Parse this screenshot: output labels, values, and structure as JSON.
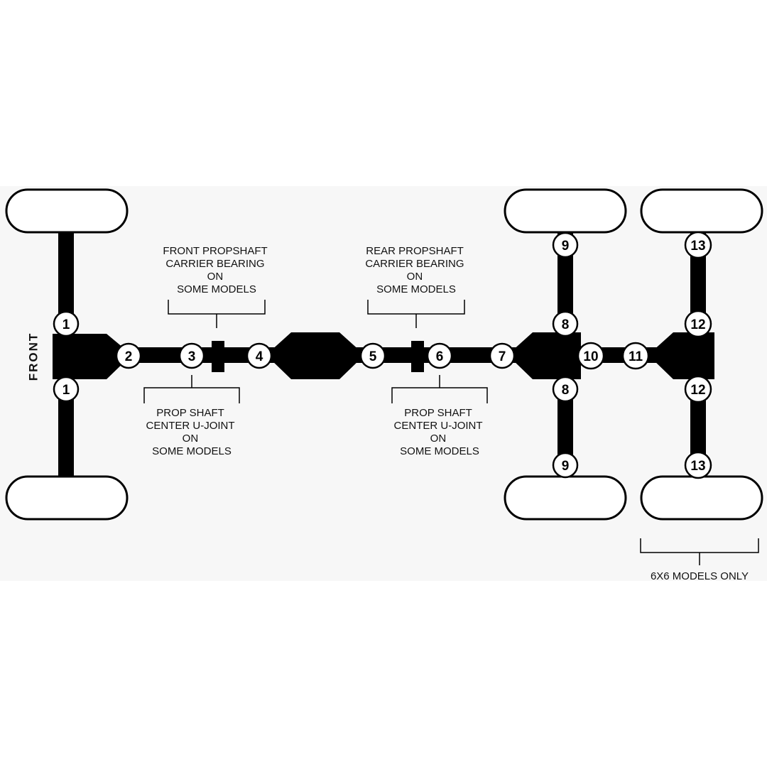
{
  "diagram": {
    "side_label": "FRONT",
    "callouts": {
      "front_carrier": [
        "FRONT PROPSHAFT",
        "CARRIER BEARING",
        "ON",
        "SOME MODELS"
      ],
      "rear_carrier": [
        "REAR PROPSHAFT",
        "CARRIER BEARING",
        "ON",
        "SOME MODELS"
      ],
      "front_ujoint": [
        "PROP SHAFT",
        "CENTER U-JOINT",
        "ON",
        "SOME MODELS"
      ],
      "rear_ujoint": [
        "PROP SHAFT",
        "CENTER U-JOINT",
        "ON",
        "SOME MODELS"
      ],
      "six_by_six": [
        "6X6 MODELS ONLY"
      ]
    },
    "points": {
      "p1a": "1",
      "p1b": "1",
      "p2": "2",
      "p3": "3",
      "p4": "4",
      "p5": "5",
      "p6": "6",
      "p7": "7",
      "p8a": "8",
      "p8b": "8",
      "p9a": "9",
      "p9b": "9",
      "p10": "10",
      "p11": "11",
      "p12a": "12",
      "p12b": "12",
      "p13a": "13",
      "p13b": "13"
    }
  }
}
